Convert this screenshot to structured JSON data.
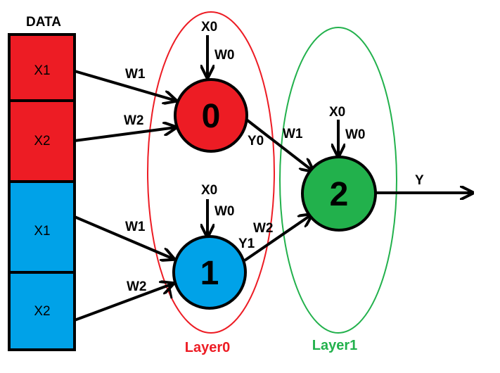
{
  "data_block": {
    "title": "DATA",
    "cells": [
      {
        "label": "X1",
        "color": "#ed1c24"
      },
      {
        "label": "X2",
        "color": "#ed1c24"
      },
      {
        "label": "X1",
        "color": "#00a2e8"
      },
      {
        "label": "X2",
        "color": "#00a2e8"
      }
    ]
  },
  "nodes": [
    {
      "label": "0",
      "color": "#ed1c24"
    },
    {
      "label": "1",
      "color": "#00a2e8"
    },
    {
      "label": "2",
      "color": "#22b14c"
    }
  ],
  "layers": [
    {
      "label": "Layer0",
      "color": "#ed1c24"
    },
    {
      "label": "Layer1",
      "color": "#22b14c"
    }
  ],
  "edge_labels": {
    "x1_to_0": "W1",
    "x2_to_0": "W2",
    "x1_to_1": "W1",
    "x2_to_1": "W2",
    "bias0_input": "X0",
    "bias0_weight": "W0",
    "bias1_input": "X0",
    "bias1_weight": "W0",
    "bias2_input": "X0",
    "bias2_weight": "W0",
    "out0": "Y0",
    "out1": "Y1",
    "w_0_to_2": "W1",
    "w_1_to_2": "W2",
    "final_output": "Y"
  }
}
